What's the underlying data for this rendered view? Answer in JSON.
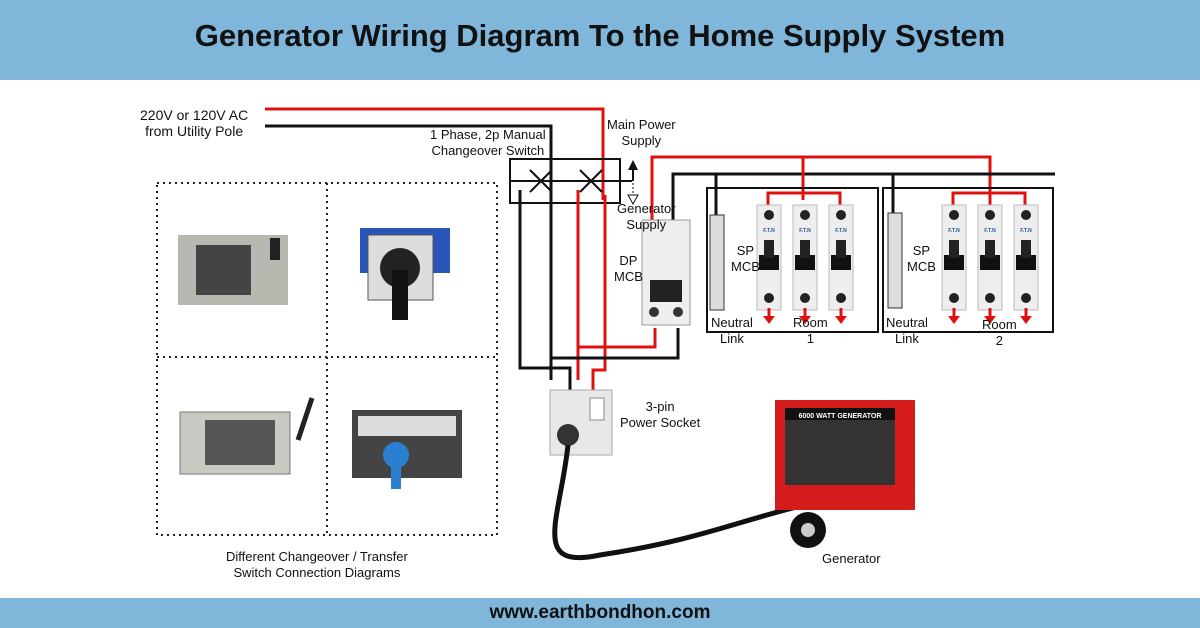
{
  "title": "Generator Wiring Diagram To the Home Supply System",
  "footer": "www.earthbondhon.com",
  "colors": {
    "band": "#7fb6d9",
    "live_wire": "#e01010",
    "neutral_wire": "#111111"
  },
  "labels": {
    "utility_line1": "220V or 120V AC",
    "utility_line2": "from Utility Pole",
    "switch_line1": "1 Phase, 2p Manual",
    "switch_line2": "Changeover Switch",
    "main_line1": "Main Power",
    "main_line2": "Supply",
    "gen_line1": "Generator",
    "gen_line2": "Supply",
    "dp_line1": "DP",
    "dp_line2": "MCB",
    "sp1_line1": "SP",
    "sp1_line2": "MCB",
    "sp2_line1": "SP",
    "sp2_line2": "MCB",
    "neutral1_line1": "Neutral",
    "neutral1_line2": "Link",
    "neutral2_line1": "Neutral",
    "neutral2_line2": "Link",
    "room1_line1": "Room",
    "room1_line2": "1",
    "room2_line1": "Room",
    "room2_line2": "2",
    "socket_line1": "3-pin",
    "socket_line2": "Power Socket",
    "generator": "Generator",
    "gallery_line1": "Different  Changeover  /  Transfer",
    "gallery_line2": "Switch Connection Diagrams"
  },
  "mcb_brand": "F.T.N",
  "generator_badge": "6000 WATT GENERATOR"
}
